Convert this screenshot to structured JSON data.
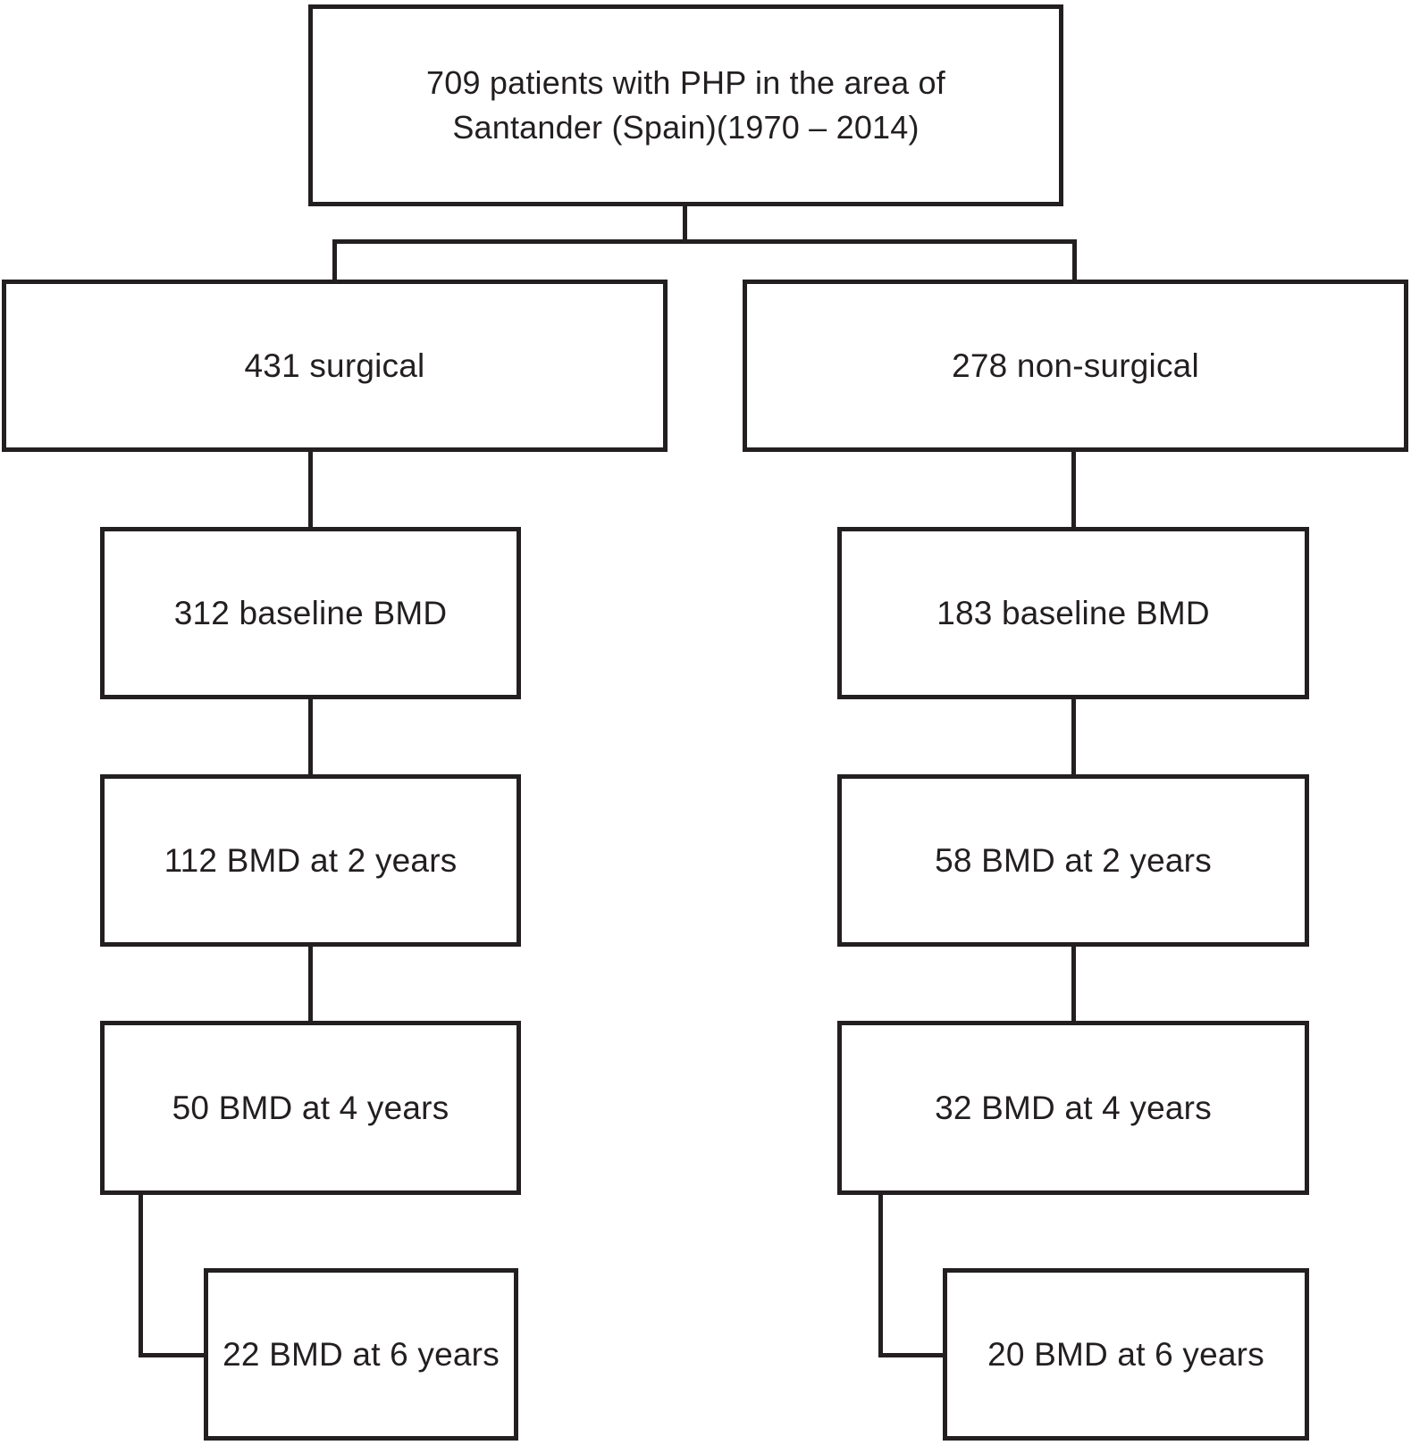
{
  "flowchart": {
    "root": {
      "lines": [
        "709 patients with PHP in the area of",
        "Santander (Spain)(1970 – 2014)"
      ]
    },
    "surgical_branch": {
      "nodes": [
        "431 surgical",
        "312 baseline BMD",
        "112 BMD at 2 years",
        "50 BMD at 4 years",
        "22 BMD at 6 years"
      ]
    },
    "non_surgical_branch": {
      "nodes": [
        "278 non-surgical",
        "183 baseline BMD",
        "58 BMD at 2 years",
        "32 BMD at 4 years",
        "20 BMD at 6 years"
      ]
    },
    "colors": {
      "line": "#231f20",
      "background": "#ffffff",
      "text": "#231f20"
    }
  }
}
